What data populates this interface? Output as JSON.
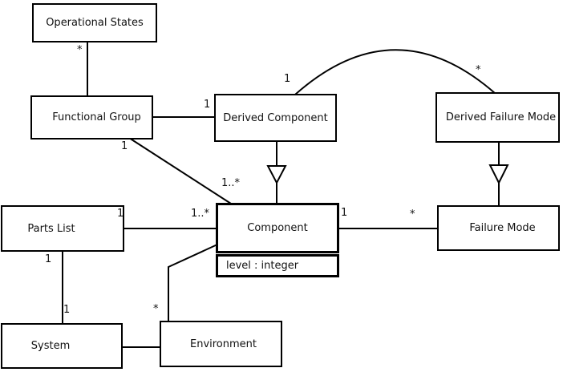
{
  "diagram": {
    "kind": "UML class diagram",
    "background_color": "#ffffff",
    "line_color": "#000000",
    "box_fill_color": "#ffffff",
    "text_color": "#111111"
  },
  "classes": [
    {
      "name": "Operational States"
    },
    {
      "name": "Functional Group"
    },
    {
      "name": "Derived Component"
    },
    {
      "name": "Derived Failure Mode"
    },
    {
      "name": "Parts List"
    },
    {
      "name": "Component",
      "attributes": [
        "level : integer"
      ]
    },
    {
      "name": "Failure Mode"
    },
    {
      "name": "System"
    },
    {
      "name": "Environment"
    }
  ],
  "associations": [
    {
      "end_a": "Operational States",
      "end_b": "Functional Group",
      "mult_a": "*",
      "mult_b": ""
    },
    {
      "end_a": "Functional Group",
      "end_b": "Derived Component",
      "mult_a": "",
      "mult_b": "1"
    },
    {
      "end_a": "Derived Component",
      "end_b": "Derived Failure Mode",
      "mult_a": "1",
      "mult_b": "*",
      "shape": "arc"
    },
    {
      "end_a": "Functional Group",
      "end_b": "Component",
      "mult_a": "1",
      "mult_b": "1..*"
    },
    {
      "end_a": "Parts List",
      "end_b": "Component",
      "mult_a": "1",
      "mult_b": "1..*"
    },
    {
      "end_a": "Component",
      "end_b": "Failure Mode",
      "mult_a": "1",
      "mult_b": "*"
    },
    {
      "end_a": "Parts List",
      "end_b": "System",
      "mult_a": "1",
      "mult_b": "1"
    },
    {
      "end_a": "System",
      "end_b": "Environment",
      "mult_a": "",
      "mult_b": ""
    },
    {
      "end_a": "Environment",
      "end_b": "Component",
      "mult_a": "*",
      "mult_b": ""
    }
  ],
  "generalizations": [
    {
      "child": "Derived Component",
      "parent": "Component"
    },
    {
      "child": "Derived Failure Mode",
      "parent": "Failure Mode"
    }
  ]
}
